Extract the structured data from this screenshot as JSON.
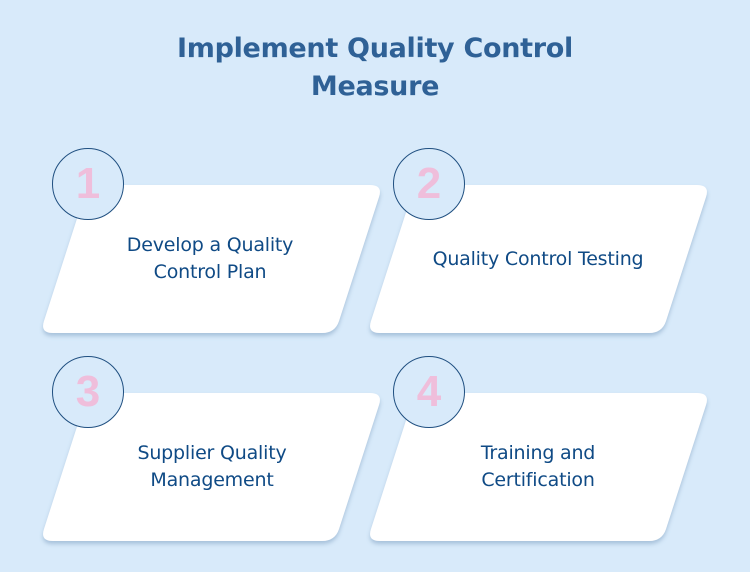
{
  "title": {
    "line1": "Implement Quality Control",
    "line2": "Measure"
  },
  "colors": {
    "background": "#d8eafa",
    "title": "#2f6196",
    "card": "#ffffff",
    "card_text": "#0f4a85",
    "number": "#efbedb",
    "circle_border": "#1f4f80"
  },
  "steps": [
    {
      "number": "1",
      "line1": "Develop a Quality",
      "line2": "Control Plan"
    },
    {
      "number": "2",
      "line1": "Quality Control Testing",
      "line2": ""
    },
    {
      "number": "3",
      "line1": "Supplier Quality",
      "line2": "Management"
    },
    {
      "number": "4",
      "line1": "Training and",
      "line2": "Certification"
    }
  ]
}
